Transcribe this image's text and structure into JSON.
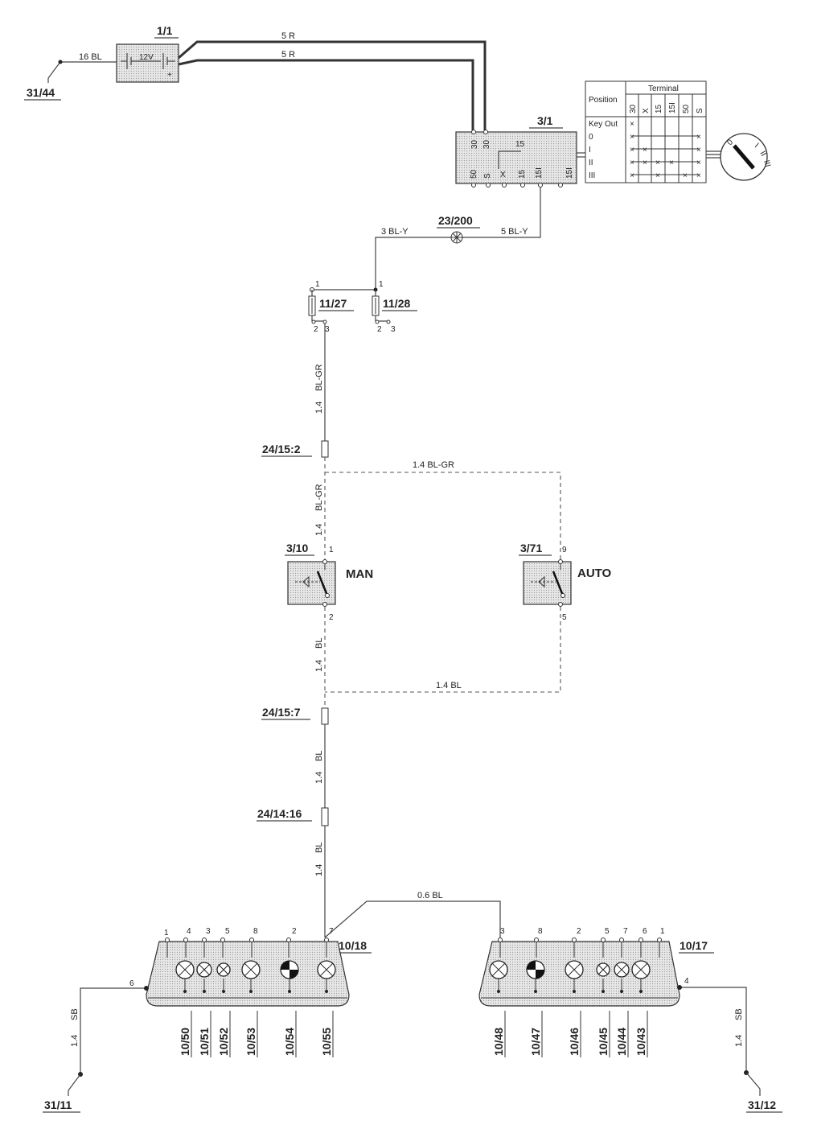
{
  "refs": {
    "battery": "1/1",
    "battery_voltage": "12V",
    "ground_top": "31/44",
    "ignition": "3/1",
    "splice": "23/200",
    "fuse_a": "11/27",
    "fuse_b": "11/28",
    "conn_a": "24/15:2",
    "switch_man": "3/10",
    "switch_auto": "3/71",
    "man_label": "MAN",
    "auto_label": "AUTO",
    "conn_b": "24/15:7",
    "conn_c": "24/14:16",
    "panel_left": "10/18",
    "panel_right": "10/17",
    "ground_left": "31/11",
    "ground_right": "31/12"
  },
  "wires": {
    "battery_ground": "16 BL",
    "battery_out_1": "5 R",
    "battery_out_2": "5 R",
    "ign_to_splice": "5 BL-Y",
    "splice_to_fuse": "3 BL-Y",
    "fuse_down_color": "BL-GR",
    "fuse_down_size": "1.4",
    "conn_to_man_color": "BL-GR",
    "conn_to_man_size": "1.4",
    "to_auto": "1.4   BL-GR",
    "man_down_color": "BL",
    "man_down_size": "1.4",
    "auto_return": "1.4   BL",
    "c7_down_color": "BL",
    "c7_down_size": "1.4",
    "c14_down_color": "BL",
    "c14_down_size": "1.4",
    "panel_link": "0.6   BL",
    "ground_left_color": "SB",
    "ground_left_size": "1.4",
    "ground_right_color": "SB",
    "ground_right_size": "1.4"
  },
  "ignition_pins_top": [
    "30",
    "30"
  ],
  "ignition_pins_bottom": [
    "50",
    "S",
    "X",
    "15",
    "15I",
    "15I"
  ],
  "ignition_inner": "15",
  "battery_plus": "+",
  "fuse_pins": {
    "a_top": "1",
    "a_b1": "2",
    "a_b2": "3",
    "b_top": "1",
    "b_b1": "2",
    "b_b2": "3"
  },
  "switch_pins": {
    "man_top": "1",
    "man_bottom": "2",
    "auto_top": "9",
    "auto_bottom": "5"
  },
  "key_table": {
    "title": "Terminal",
    "position_header": "Position",
    "terminals": [
      "30",
      "X",
      "15",
      "15I",
      "50",
      "S"
    ],
    "rows": [
      {
        "label": "Key Out",
        "marks": [
          1,
          0,
          0,
          0,
          0,
          0
        ]
      },
      {
        "label": "0",
        "marks": [
          1,
          0,
          0,
          0,
          0,
          1
        ]
      },
      {
        "label": "I",
        "marks": [
          1,
          1,
          0,
          0,
          0,
          1
        ]
      },
      {
        "label": "II",
        "marks": [
          1,
          1,
          1,
          1,
          0,
          1
        ]
      },
      {
        "label": "III",
        "marks": [
          1,
          0,
          1,
          0,
          1,
          1
        ]
      }
    ],
    "mark_symbol": "×",
    "dial_labels": [
      "0",
      "I",
      "II",
      "III"
    ]
  },
  "panel_left_pins": [
    "1",
    "4",
    "3",
    "5",
    "8",
    "2",
    "7",
    "6"
  ],
  "panel_right_pins": [
    "3",
    "8",
    "2",
    "5",
    "7",
    "6",
    "1",
    "4"
  ],
  "bulbs_left": [
    "10/50",
    "10/51",
    "10/52",
    "10/53",
    "10/54",
    "10/55"
  ],
  "bulbs_right": [
    "10/48",
    "10/47",
    "10/46",
    "10/45",
    "10/44",
    "10/43"
  ]
}
